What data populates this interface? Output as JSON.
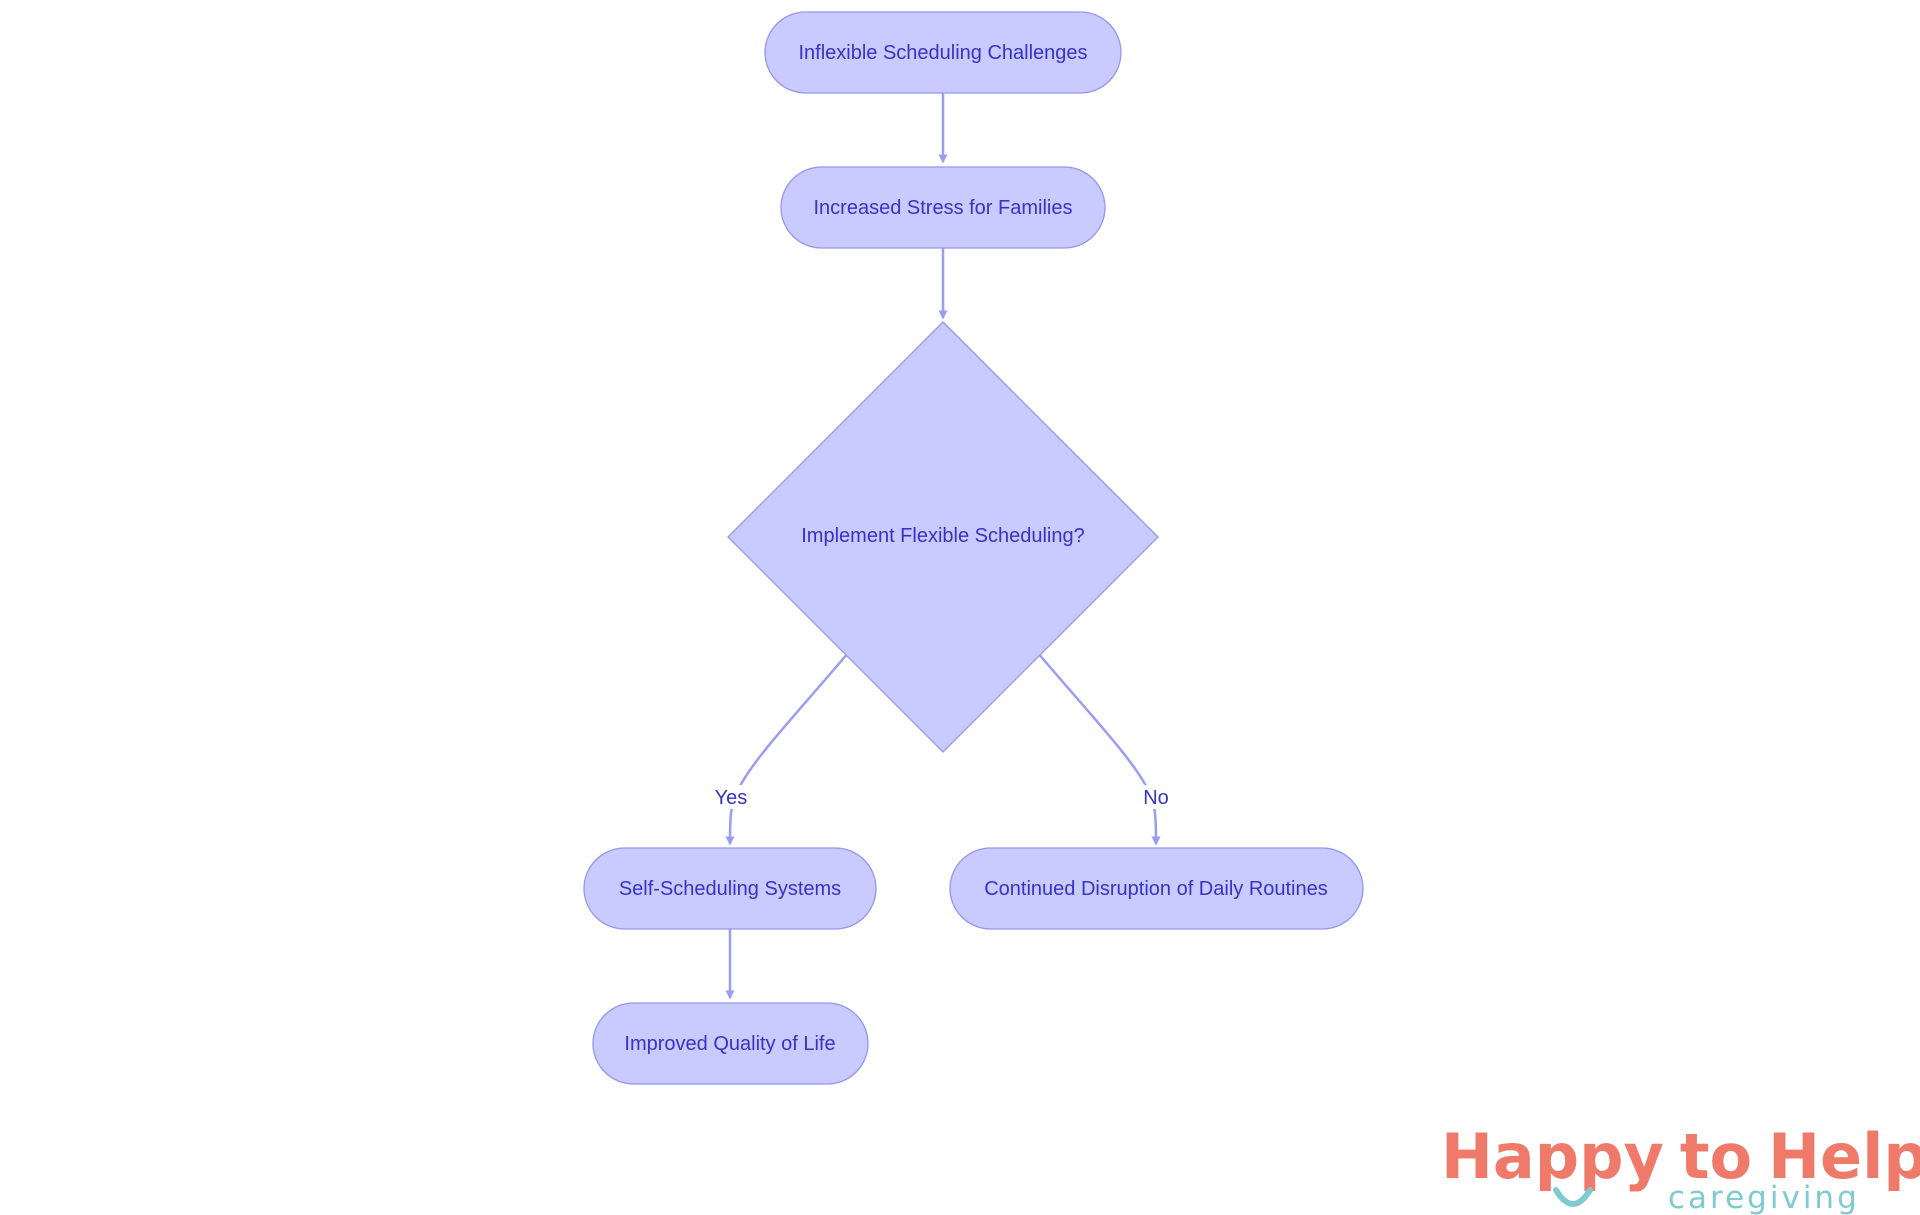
{
  "diagram": {
    "nodes": {
      "inflexible": "Inflexible Scheduling Challenges",
      "stress": "Increased Stress for Families",
      "decision": "Implement Flexible Scheduling?",
      "self_scheduling": "Self-Scheduling Systems",
      "disruption": "Continued Disruption of Daily Routines",
      "quality": "Improved Quality of Life"
    },
    "edges": {
      "yes_label": "Yes",
      "no_label": "No"
    }
  },
  "logo": {
    "word_happy": "Happy",
    "word_to": "to",
    "word_help": "Help",
    "tagline": "caregiving",
    "colors": {
      "coral": "#f07a6a",
      "teal": "#7ecbcf"
    }
  },
  "colors": {
    "node_fill": "#c9caff",
    "node_stroke": "#9596f0",
    "node_text": "#3534c6",
    "edge": "#9a9df0"
  }
}
